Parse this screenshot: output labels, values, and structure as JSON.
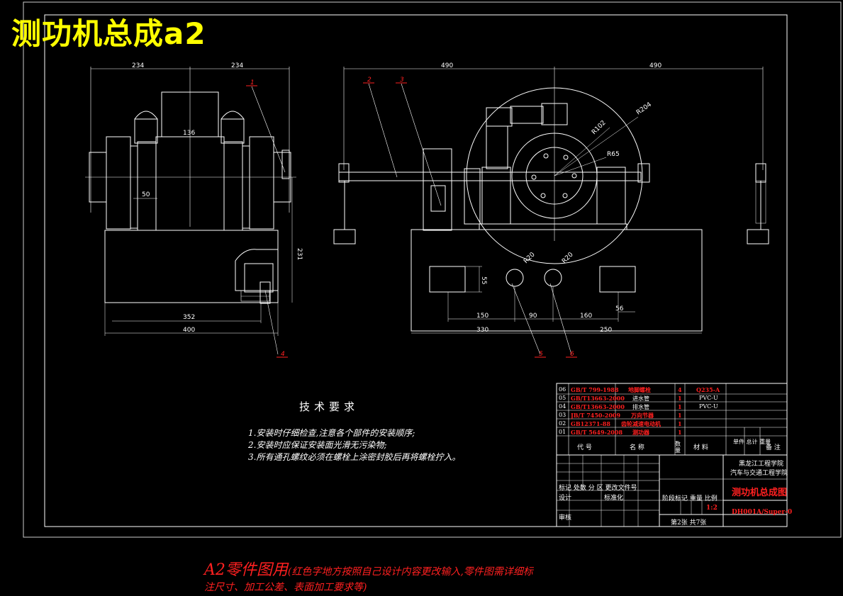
{
  "title": "测功机总成a2",
  "tech": {
    "heading": "技术要求",
    "items": [
      "1.安装时仔细检查,注意各个部件的安装顺序;",
      "2.安装时应保证安装面光滑无污染物;",
      "3.所有通孔螺纹必须在螺栓上涂密封胶后再将螺栓拧入。"
    ]
  },
  "dims": {
    "d234a": "234",
    "d234b": "234",
    "d136": "136",
    "d50": "50",
    "d231": "231",
    "d352": "352",
    "d400": "400",
    "d490a": "490",
    "d490b": "490",
    "r204": "R204",
    "r102": "R102",
    "r65": "R65",
    "r20a": "R20",
    "r20b": "R20",
    "d55": "55",
    "d150": "150",
    "d90": "90",
    "d160": "160",
    "d56": "56",
    "d330": "330",
    "d250": "250"
  },
  "callouts": {
    "c1": "1",
    "c2": "2",
    "c3": "3",
    "c4": "4",
    "c5": "5",
    "c6": "6"
  },
  "bom": [
    {
      "no": "06",
      "code": "GB/T 799-1988",
      "name": "地脚螺栓",
      "qty": "4",
      "mat": "Q235-A"
    },
    {
      "no": "05",
      "code": "GB/T13663-2000",
      "name": "进水管",
      "qty": "1",
      "mat": "PVC-U"
    },
    {
      "no": "04",
      "code": "GB/T13663-2000",
      "name": "排水管",
      "qty": "1",
      "mat": "PVC-U"
    },
    {
      "no": "03",
      "code": "JB/T 7450-2009",
      "name": "万向节器",
      "qty": "1",
      "mat": ""
    },
    {
      "no": "02",
      "code": "GB12371-88",
      "name": "齿轮减速电动机",
      "qty": "1",
      "mat": ""
    },
    {
      "no": "01",
      "code": "GB/T 5649-2008",
      "name": "测功器",
      "qty": "1",
      "mat": ""
    }
  ],
  "titleblock": {
    "hdr_code": "代 号",
    "hdr_name": "名 称",
    "hdr_qty": "数量",
    "hdr_mat": "材 料",
    "hdr_unit": "单件 总计 重量",
    "hdr_note": "备 注",
    "school": "黑龙江工程学院",
    "dept": "汽车与交通工程学院",
    "drawing_name": "测功机总成图",
    "mark_row": "标记 处数 分 区 更改文件号",
    "design": "设计",
    "std": "标准化",
    "review": "审核",
    "stage": "阶段标记 重量 比例",
    "scale": "1:2",
    "sheet": "第2张 共7张",
    "drawing_no": "DH001A/Super-0"
  },
  "note": {
    "main": "A2零件图用",
    "paren1": "(红色字地方按照自己设计内容更改输入,零件图需详细标",
    "paren2": "注尺寸、加工公差、表面加工要求等)"
  }
}
